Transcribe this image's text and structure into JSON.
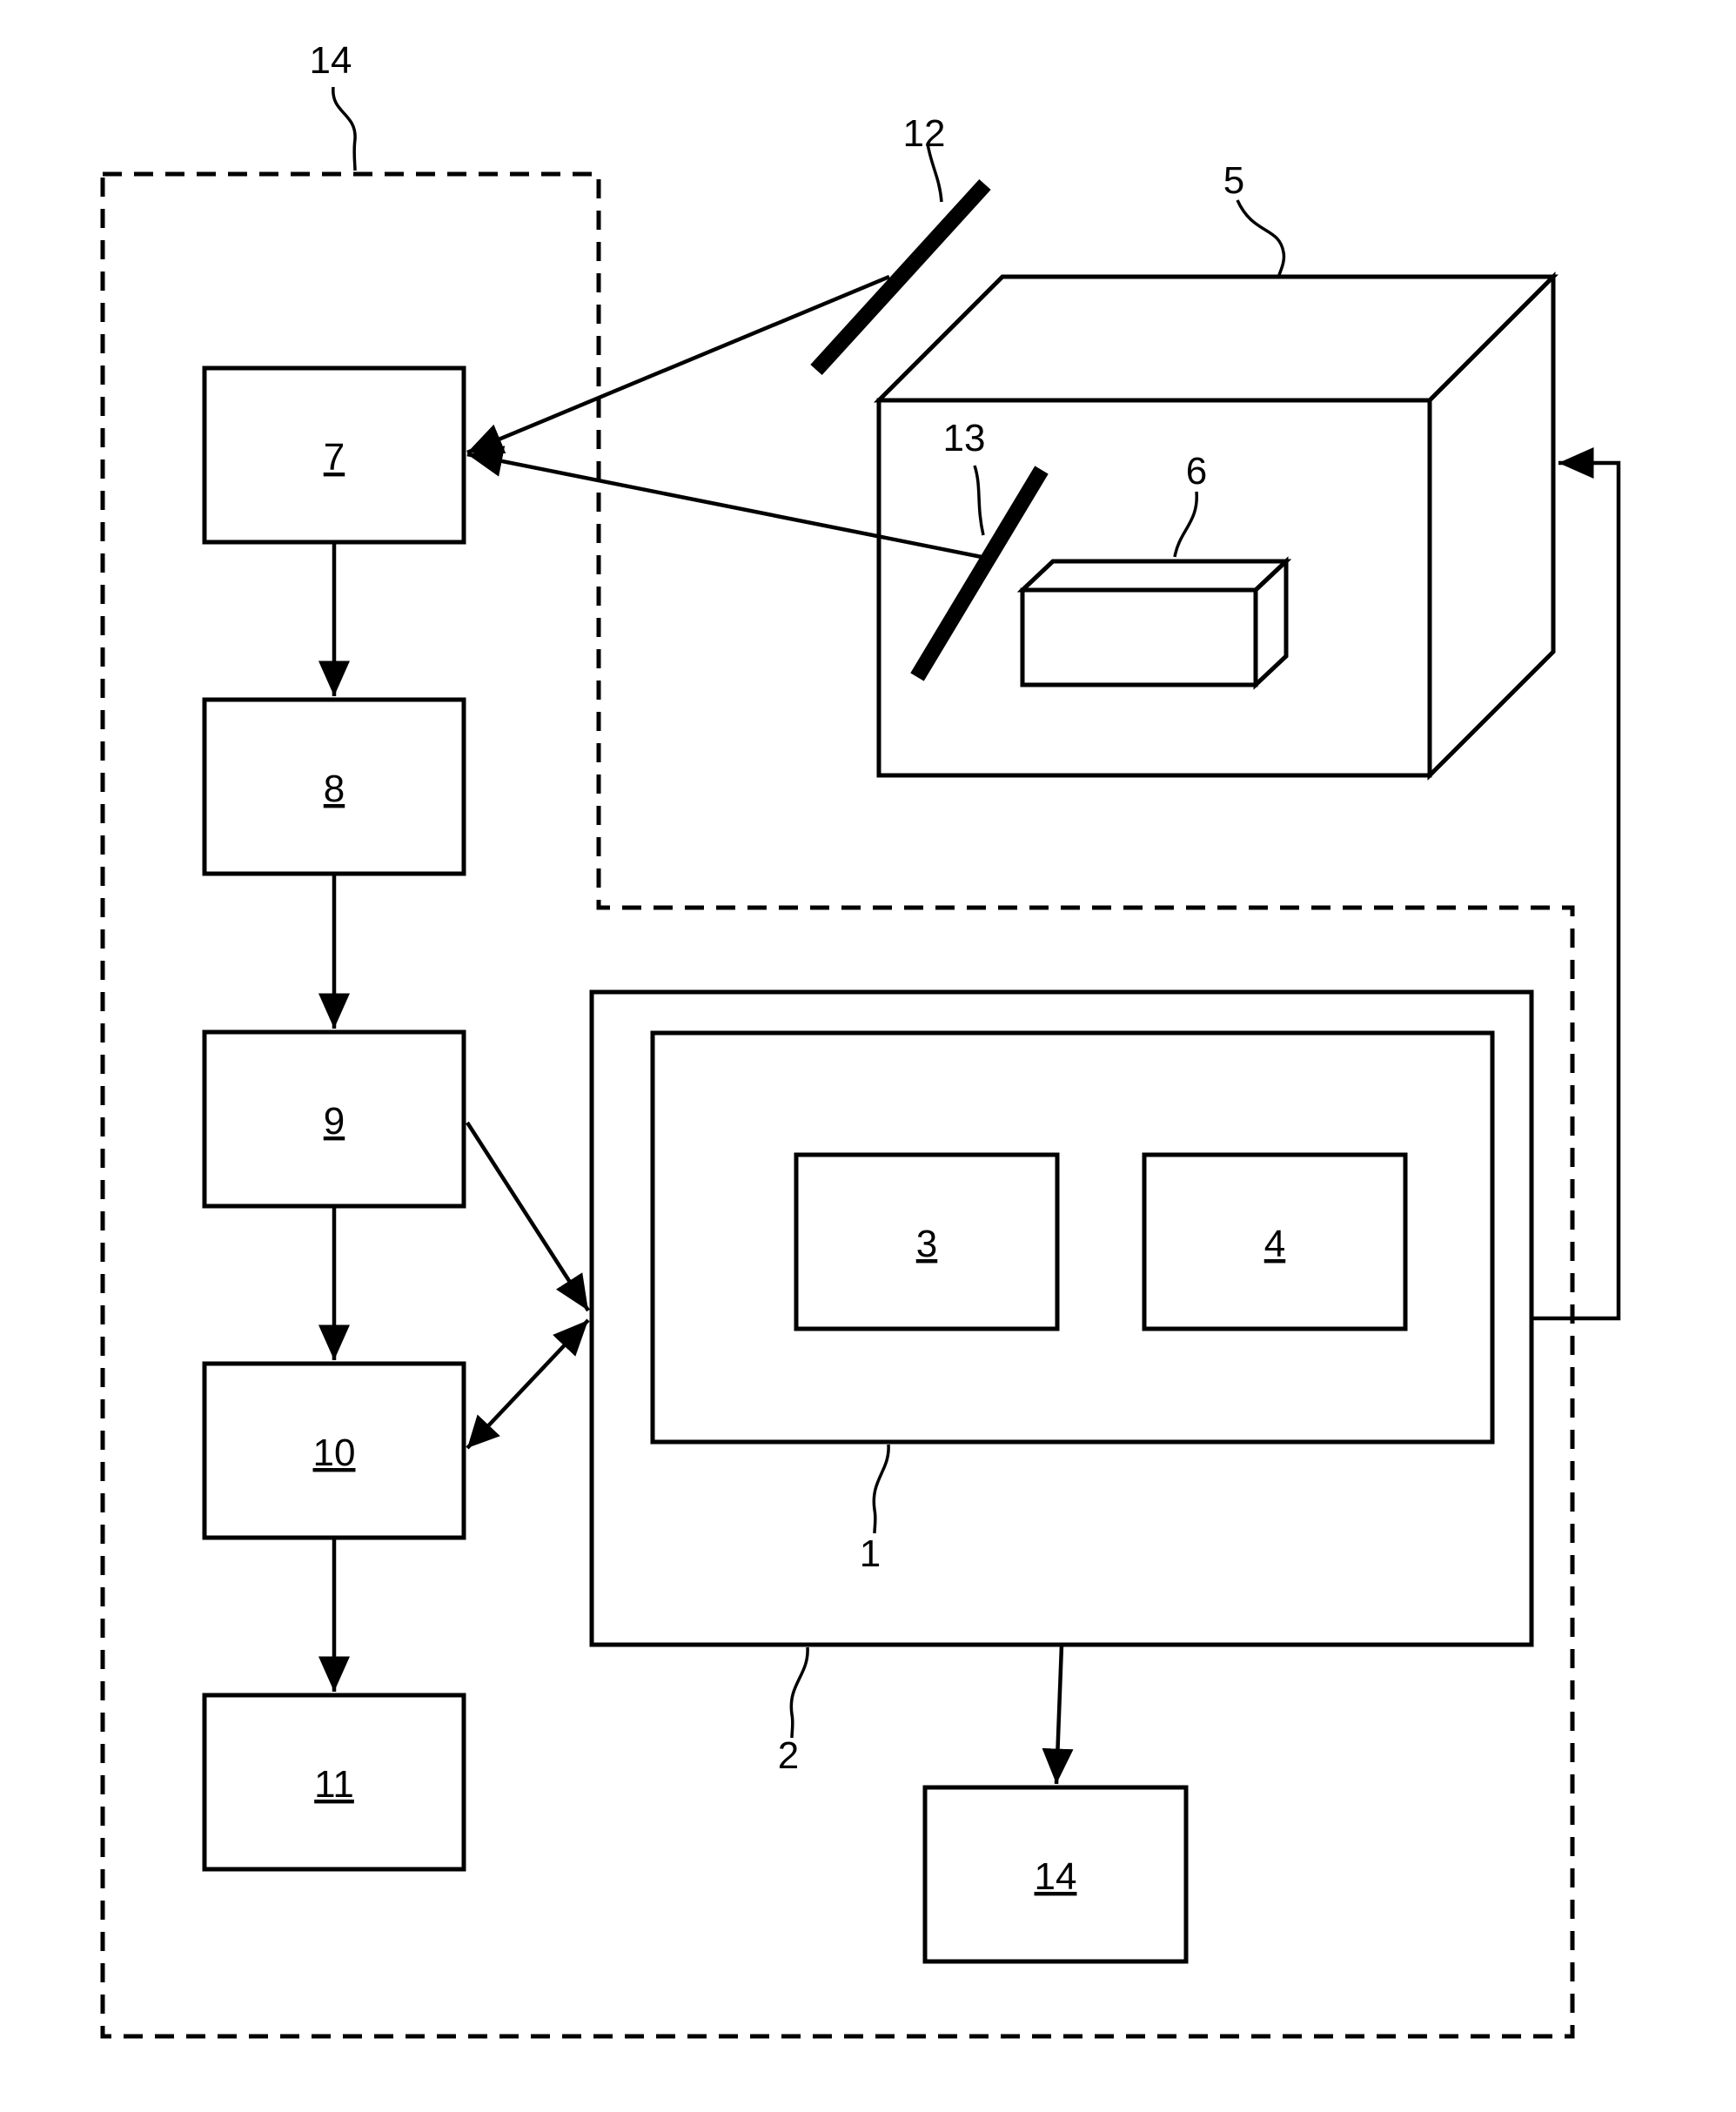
{
  "labels": {
    "box7": "7",
    "box8": "8",
    "box9": "9",
    "box10": "10",
    "box11": "11",
    "box3": "3",
    "box4": "4",
    "box14": "14",
    "ref14_top": "14",
    "ref12": "12",
    "ref5": "5",
    "ref13": "13",
    "ref6": "6",
    "ref1": "1",
    "ref2": "2"
  }
}
